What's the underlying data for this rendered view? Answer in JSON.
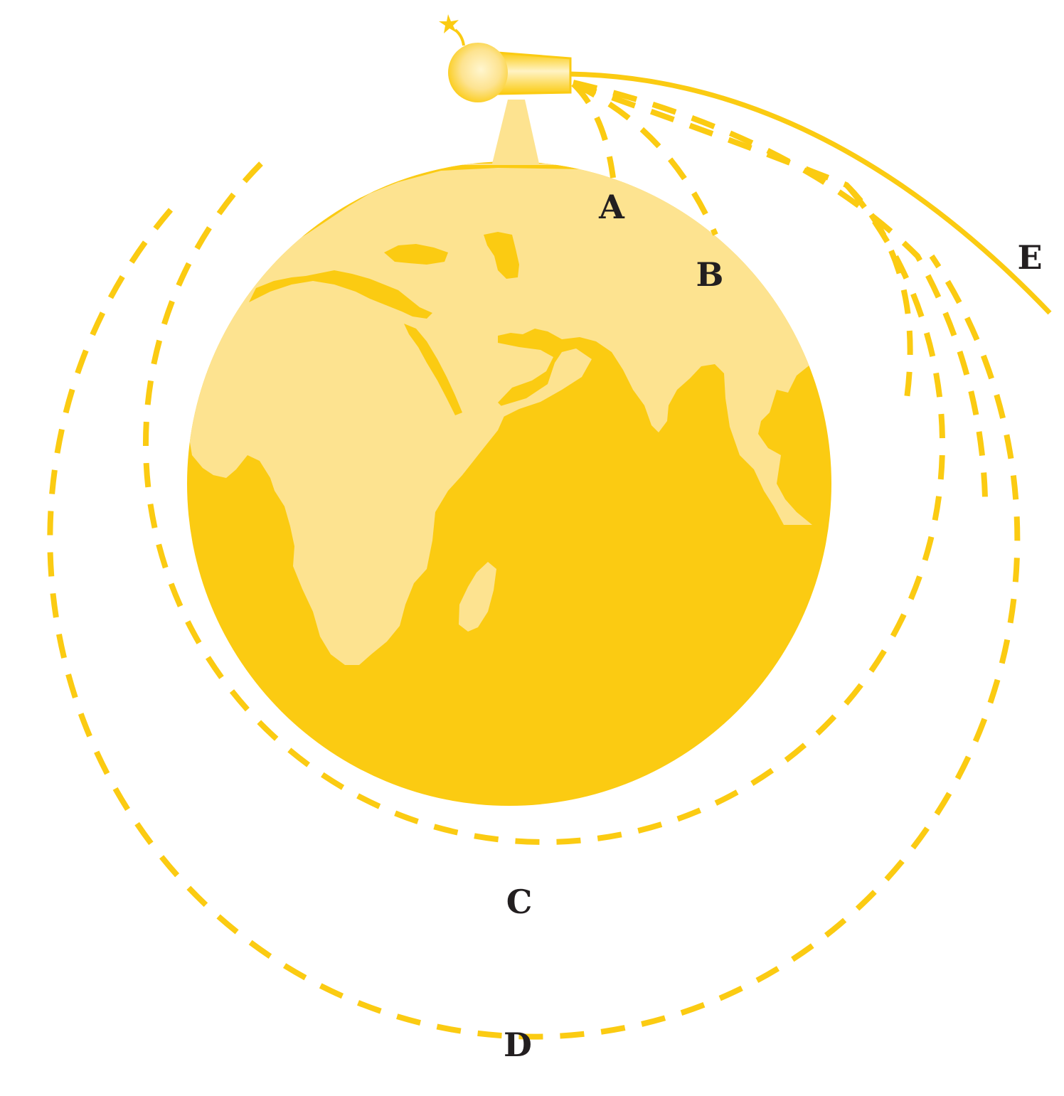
{
  "colors": {
    "gold": "#FBCB12",
    "pale": "#FDE390",
    "label": "#231F20",
    "background": "#FFFFFF"
  },
  "labels": {
    "a": "A",
    "b": "B",
    "c": "C",
    "d": "D",
    "e": "E"
  }
}
